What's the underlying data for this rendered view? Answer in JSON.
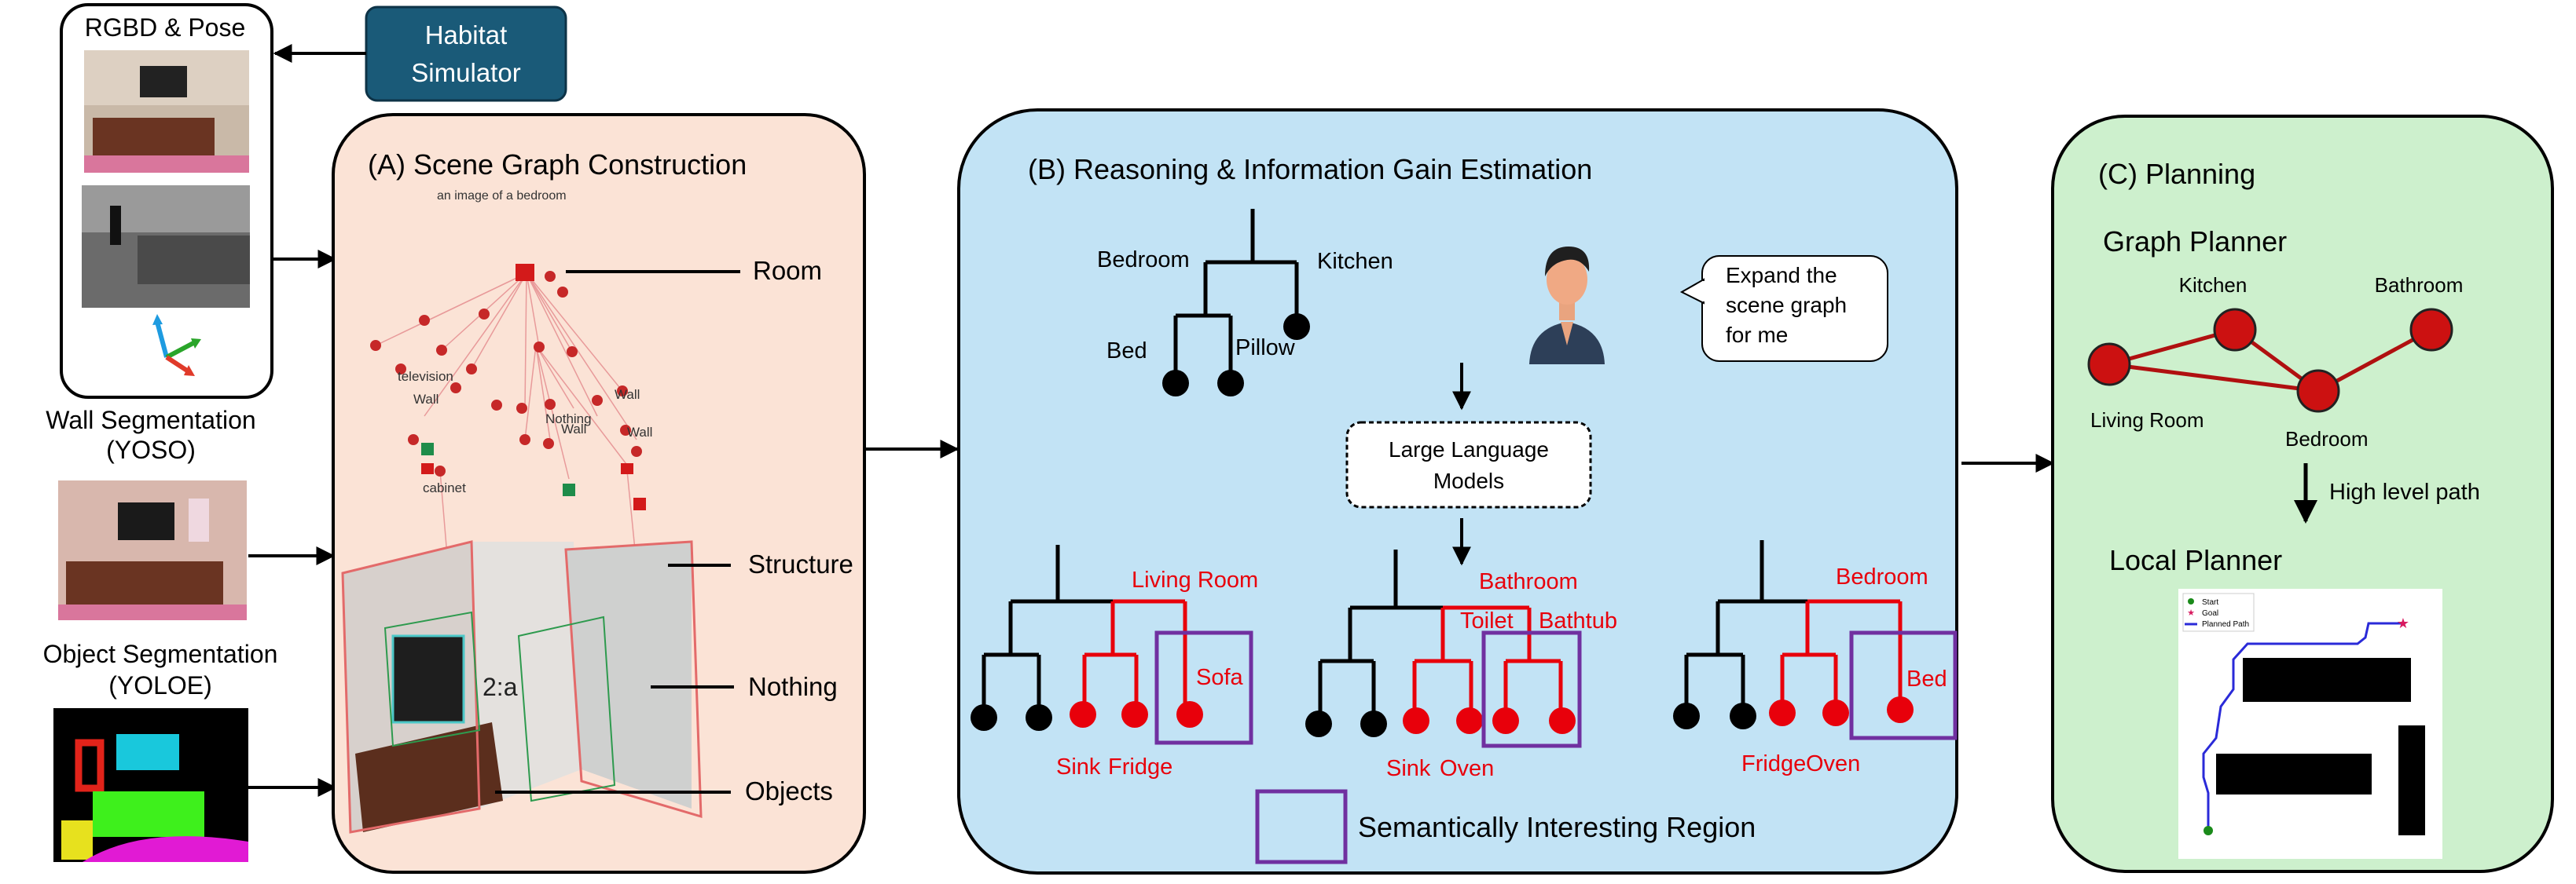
{
  "inputs": {
    "rgbd_title": "RGBD & Pose",
    "simulator": [
      "Habitat",
      "Simulator"
    ],
    "wall_seg": [
      "Wall Segmentation",
      "(YOSO)"
    ],
    "object_seg": [
      "Object Segmentation",
      "(YOLOE)"
    ]
  },
  "panel_a": {
    "title": "(A) Scene Graph Construction",
    "caption": "an  image  of  a  bedroom",
    "graph_labels": [
      "television",
      "Wall",
      "Nothing",
      "Wall",
      "Wall",
      "Wall",
      "cabinet"
    ],
    "callouts": [
      "Room",
      "Structure",
      "Nothing",
      "Objects"
    ],
    "overlay_label": "2:a"
  },
  "panel_b": {
    "title": "(B) Reasoning & Information Gain Estimation",
    "top_tree": {
      "labels": [
        "Bedroom",
        "Kitchen",
        "Bed",
        "Pillow"
      ]
    },
    "speech": [
      "Expand the",
      "scene graph",
      "for me"
    ],
    "llm": [
      "Large Language",
      "Models"
    ],
    "trees": [
      {
        "room": "Living Room",
        "objects": [
          "Sofa"
        ],
        "bottom": [
          "Sink",
          "Fridge"
        ]
      },
      {
        "room": "Bathroom",
        "objects": [
          "Toilet",
          "Bathtub"
        ],
        "bottom": [
          "Sink",
          "Oven"
        ]
      },
      {
        "room": "Bedroom",
        "objects": [
          "Bed"
        ],
        "bottom": [
          "Fridge",
          "Oven"
        ]
      }
    ],
    "legend": "Semantically Interesting Region"
  },
  "panel_c": {
    "title": "(C) Planning",
    "graph_planner": "Graph Planner",
    "nodes": [
      "Kitchen",
      "Bathroom",
      "Living Room",
      "Bedroom"
    ],
    "high_level": "High level path",
    "local_planner": "Local Planner",
    "map_legend": [
      "Start",
      "Goal",
      "Planned Path"
    ]
  },
  "colors": {
    "panel_a_bg": "#fbe3d6",
    "panel_b_bg": "#c2e3f5",
    "panel_c_bg": "#cdf0cd",
    "highlight": "#e8000b",
    "region_box": "#7030a0",
    "simulator_bg": "#1a5a78"
  }
}
